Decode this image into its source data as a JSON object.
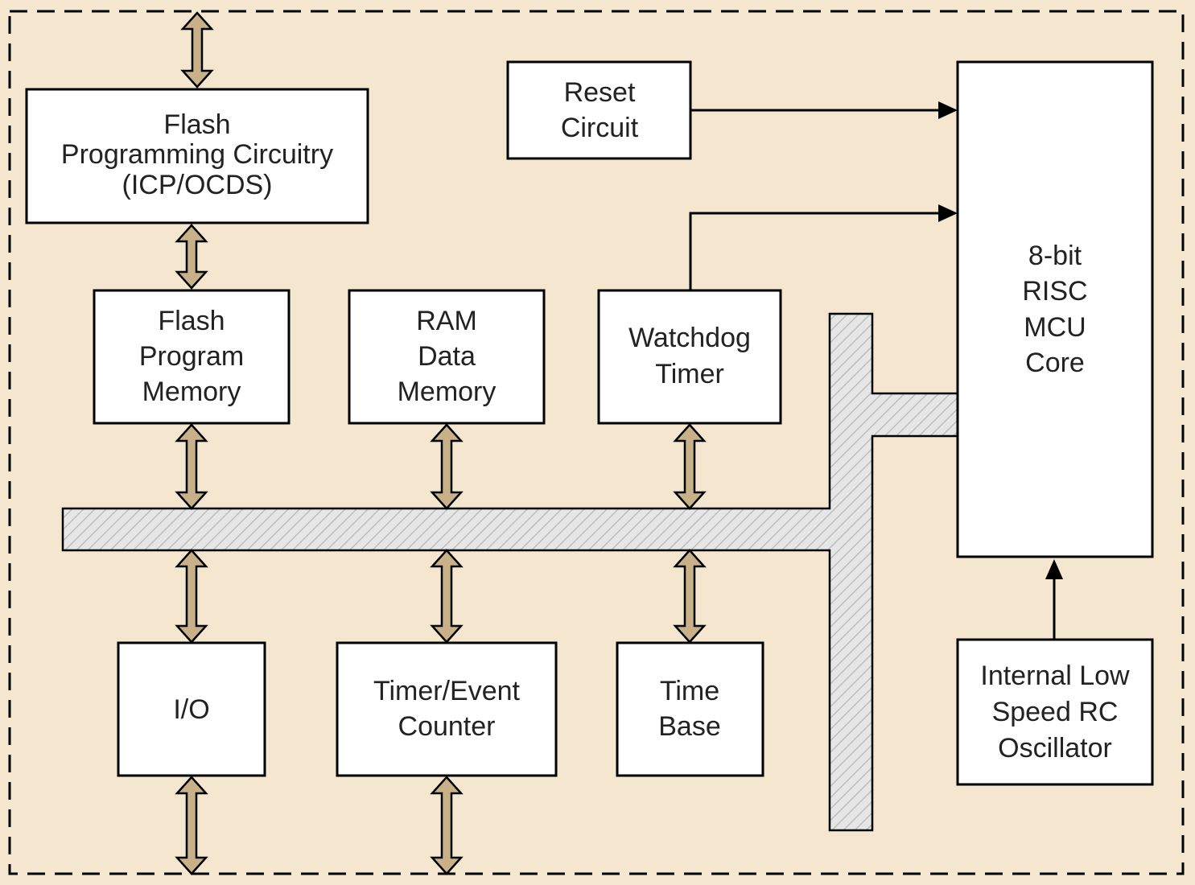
{
  "colors": {
    "background": "#f5e6d0",
    "block_fill": "#ffffff",
    "bus_fill": "#e6e6e6",
    "bus_hatch": "#bdbdbd",
    "bus_arrow": "#c8b089",
    "outline": "#000000"
  },
  "blocks": {
    "flash_programming": [
      "Flash",
      "Programming Circuitry",
      "(ICP/OCDS)"
    ],
    "reset_circuit": [
      "Reset",
      "Circuit"
    ],
    "mcu_core": [
      "8-bit",
      "RISC",
      "MCU",
      "Core"
    ],
    "flash_program_memory": [
      "Flash",
      "Program",
      "Memory"
    ],
    "ram_data_memory": [
      "RAM",
      "Data",
      "Memory"
    ],
    "watchdog_timer": [
      "Watchdog",
      "Timer"
    ],
    "io": [
      "I/O"
    ],
    "timer_event_counter": [
      "Timer/Event",
      "Counter"
    ],
    "time_base": [
      "Time",
      "Base"
    ],
    "rc_oscillator": [
      "Internal Low",
      "Speed RC",
      "Oscillator"
    ]
  }
}
